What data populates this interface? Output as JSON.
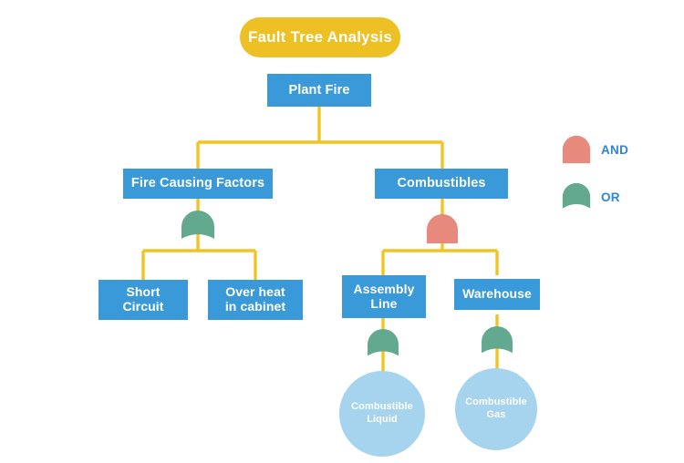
{
  "title": {
    "text": "Fault Tree Analysis"
  },
  "colors": {
    "title_pill": "#edc024",
    "box_blue": "#3a9ad9",
    "connector_yellow": "#f2c421",
    "and_gate": "#e8897e",
    "or_gate": "#62a98f",
    "circle_blue": "#a6d3ee",
    "legend_text": "#2e86d4",
    "background": "#ffffff"
  },
  "nodes": {
    "root": {
      "label": "Plant Fire"
    },
    "level2": [
      {
        "label": "Fire Causing Factors"
      },
      {
        "label": "Combustibles"
      }
    ],
    "level3_left": [
      {
        "line1": "Short",
        "line2": "Circuit"
      },
      {
        "line1": "Over heat",
        "line2": "in cabinet"
      }
    ],
    "level3_right": [
      {
        "line1": "Assembly",
        "line2": "Line"
      },
      {
        "line1": "Warehouse",
        "line2": ""
      }
    ],
    "level4": [
      {
        "line1": "Combustible",
        "line2": "Liquid"
      },
      {
        "line1": "Combustible",
        "line2": "Gas"
      }
    ]
  },
  "gates": {
    "fire_causing_factors": {
      "type": "OR"
    },
    "combustibles": {
      "type": "AND"
    },
    "assembly_line": {
      "type": "OR"
    },
    "warehouse": {
      "type": "OR"
    }
  },
  "legend": {
    "items": [
      {
        "label": "AND",
        "gate": "and-gate-icon"
      },
      {
        "label": "OR",
        "gate": "or-gate-icon"
      }
    ]
  }
}
